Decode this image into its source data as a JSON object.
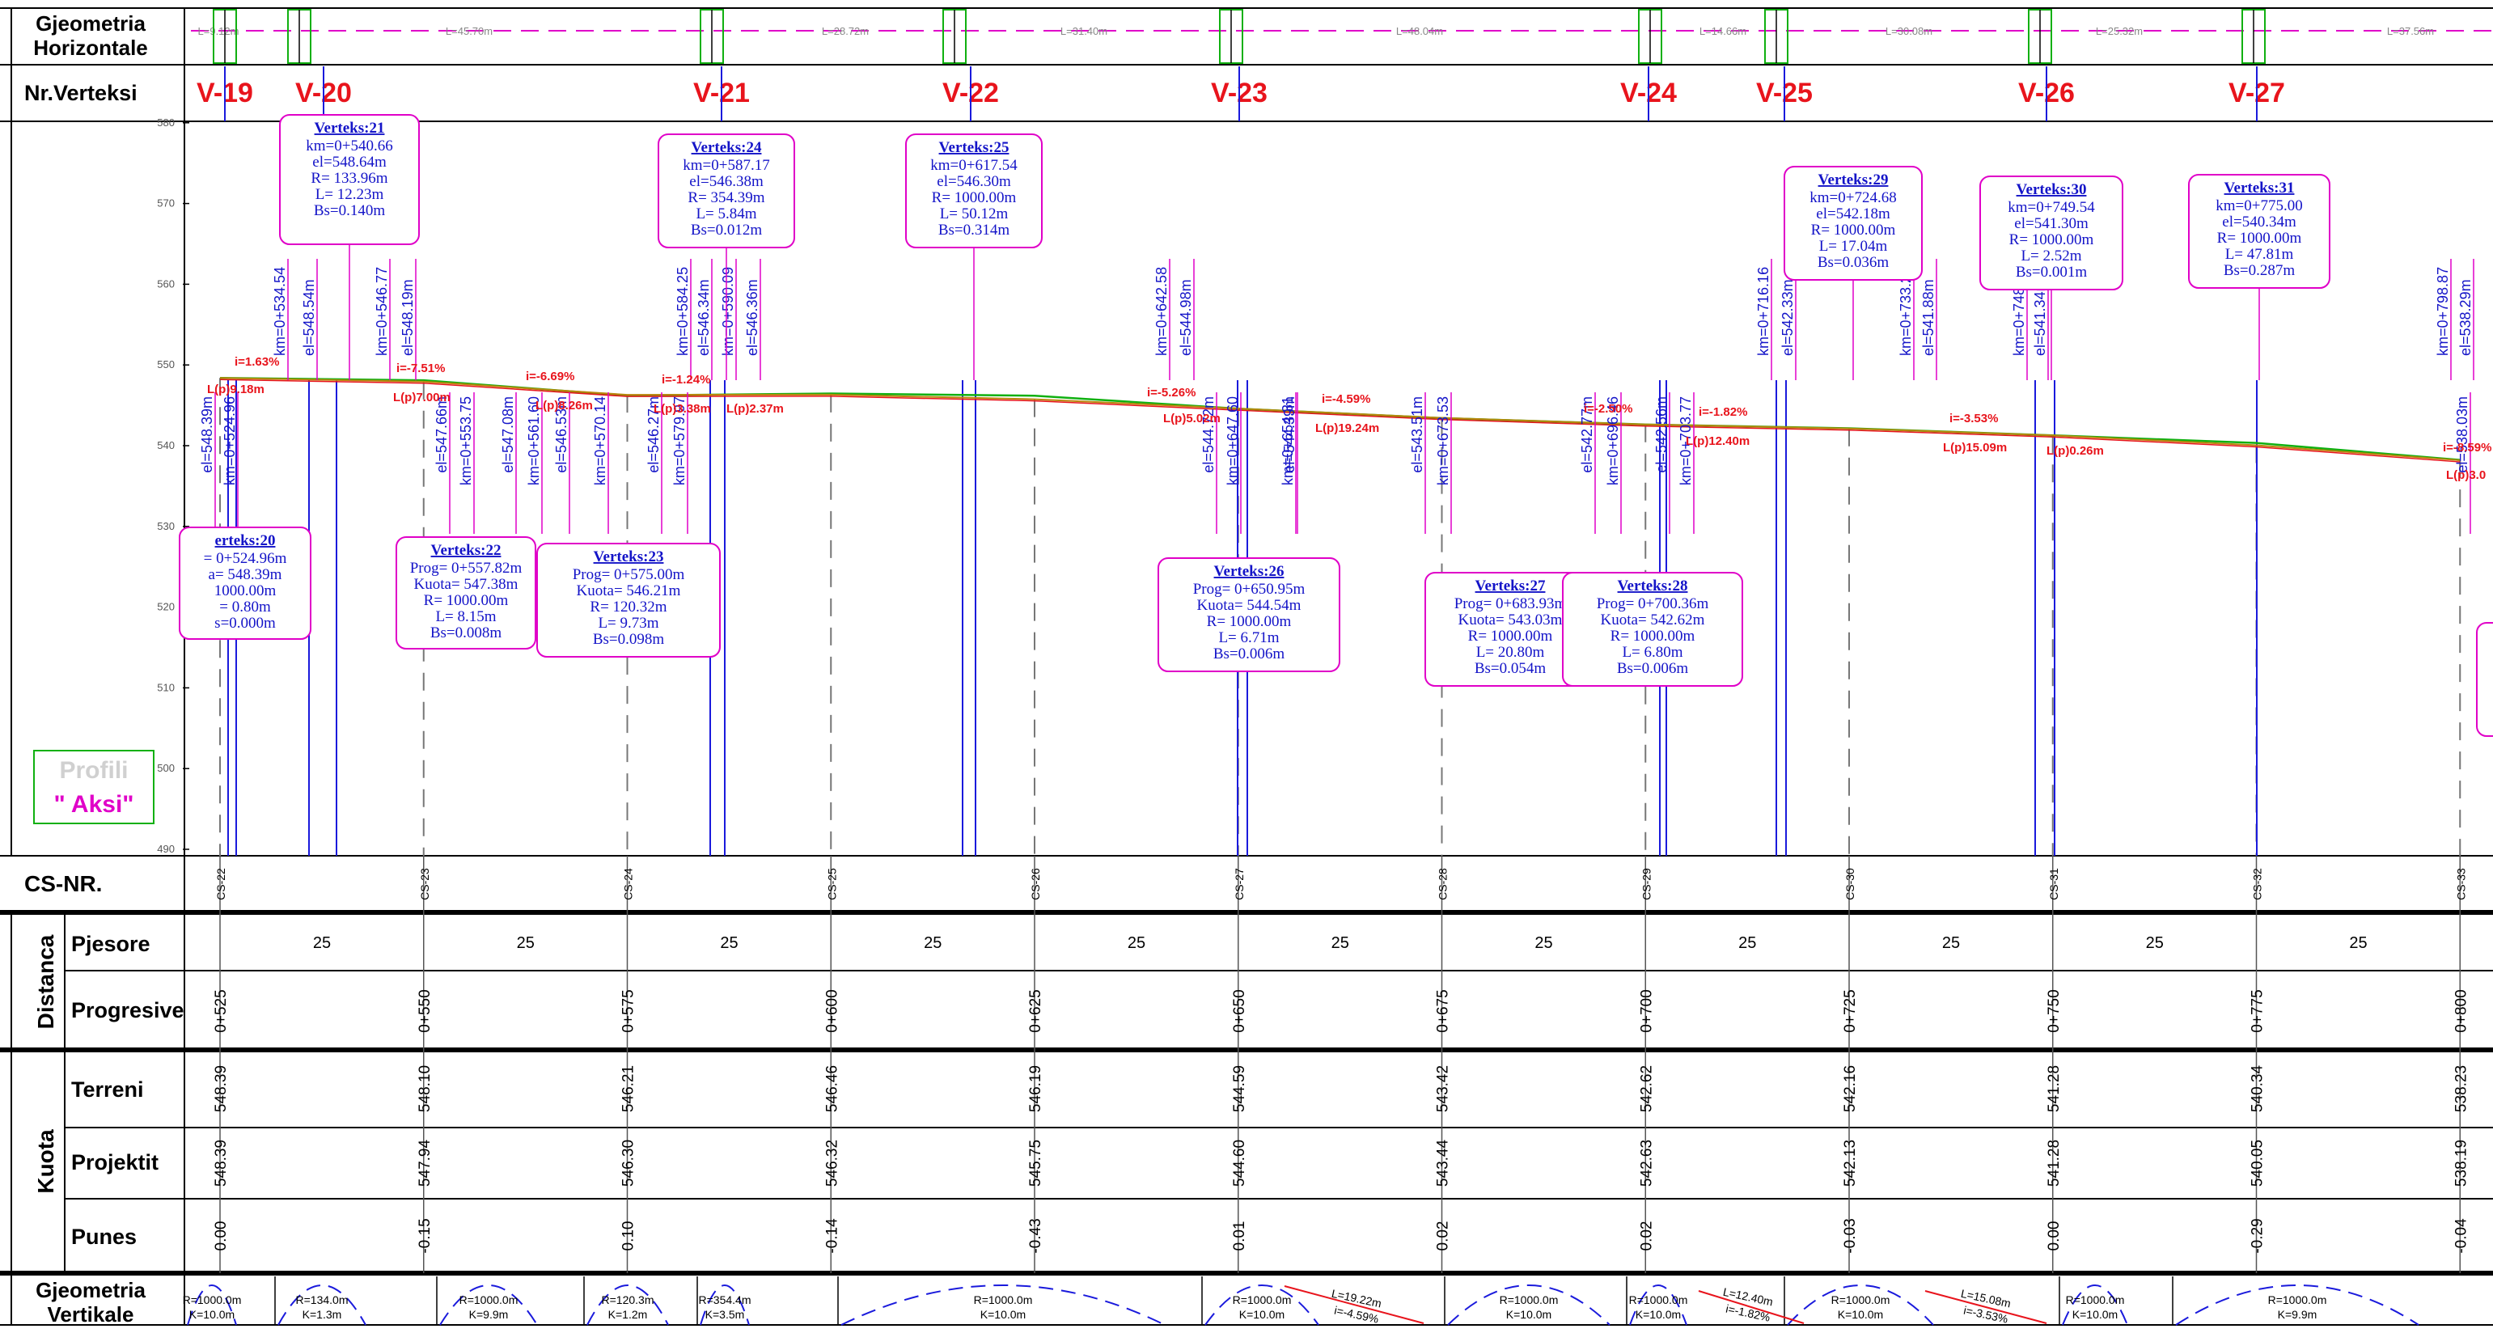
{
  "row_labels": {
    "horizontal_geometry": [
      "Gjeometria",
      "Horizontale"
    ],
    "vertex_nr": "Nr.Verteksi",
    "cs_nr": "CS-NR.",
    "distance_group": "Distanca",
    "partial": "Pjesore",
    "progressive": "Progresive",
    "elevation_group": "Kuota",
    "terrain": "Terreni",
    "project": "Projektit",
    "works": "Punes",
    "vertical_geometry": [
      "Gjeometria",
      "Vertikale"
    ]
  },
  "legend": {
    "title": "Profili",
    "subtitle": "\" Aksi\""
  },
  "elevation_ticks": [
    "580",
    "570",
    "560",
    "550",
    "540",
    "530",
    "520",
    "510",
    "500",
    "490"
  ],
  "vertices": [
    "V-19",
    "V-20",
    "V-21",
    "V-22",
    "V-23",
    "V-24",
    "V-25",
    "V-26",
    "V-27"
  ],
  "horizontal_segment_labels": [
    "L=9.12m",
    "L=45.70m",
    "L=28.72m",
    "L=31.40m",
    "L=48.04m",
    "L=14.66m",
    "L=30.08m",
    "L=25.32m",
    "L=37.56m"
  ],
  "cross_sections": [
    {
      "cs": "CS-22",
      "prog": "0+525",
      "terrain": "548.39",
      "project": "548.39",
      "works": "0.00"
    },
    {
      "cs": "CS-23",
      "prog": "0+550",
      "terrain": "548.10",
      "project": "547.94",
      "works": "-0.15"
    },
    {
      "cs": "CS-24",
      "prog": "0+575",
      "terrain": "546.21",
      "project": "546.30",
      "works": "0.10"
    },
    {
      "cs": "CS-25",
      "prog": "0+600",
      "terrain": "546.46",
      "project": "546.32",
      "works": "-0.14"
    },
    {
      "cs": "CS-26",
      "prog": "0+625",
      "terrain": "546.19",
      "project": "545.75",
      "works": "-0.43"
    },
    {
      "cs": "CS-27",
      "prog": "0+650",
      "terrain": "544.59",
      "project": "544.60",
      "works": "0.01"
    },
    {
      "cs": "CS-28",
      "prog": "0+675",
      "terrain": "543.42",
      "project": "543.44",
      "works": "0.02"
    },
    {
      "cs": "CS-29",
      "prog": "0+700",
      "terrain": "542.62",
      "project": "542.63",
      "works": "0.02"
    },
    {
      "cs": "CS-30",
      "prog": "0+725",
      "terrain": "542.16",
      "project": "542.13",
      "works": "-0.03"
    },
    {
      "cs": "CS-31",
      "prog": "0+750",
      "terrain": "541.28",
      "project": "541.28",
      "works": "0.00"
    },
    {
      "cs": "CS-32",
      "prog": "0+775",
      "terrain": "540.34",
      "project": "540.05",
      "works": "-0.29"
    },
    {
      "cs": "CS-33",
      "prog": "0+800",
      "terrain": "538.23",
      "project": "538.19",
      "works": "-0.04"
    }
  ],
  "partial_distance": "25",
  "top_boxes": [
    {
      "title": "Verteks:21",
      "lines": [
        "km=0+540.66",
        "el=548.64m",
        "R=  133.96m",
        "L=  12.23m",
        "Bs=0.140m"
      ]
    },
    {
      "title": "Verteks:24",
      "lines": [
        "km=0+587.17",
        "el=546.38m",
        "R=  354.39m",
        "L=  5.84m",
        "Bs=0.012m"
      ]
    },
    {
      "title": "Verteks:25",
      "lines": [
        "km=0+617.54",
        "el=546.30m",
        "R=  1000.00m",
        "L=  50.12m",
        "Bs=0.314m"
      ]
    },
    {
      "title": "Verteks:29",
      "lines": [
        "km=0+724.68",
        "el=542.18m",
        "R=  1000.00m",
        "L=  17.04m",
        "Bs=0.036m"
      ]
    },
    {
      "title": "Verteks:30",
      "lines": [
        "km=0+749.54",
        "el=541.30m",
        "R=  1000.00m",
        "L=  2.52m",
        "Bs=0.001m"
      ]
    },
    {
      "title": "Verteks:31",
      "lines": [
        "km=0+775.00",
        "el=540.34m",
        "R=  1000.00m",
        "L=  47.81m",
        "Bs=0.287m"
      ]
    }
  ],
  "bottom_boxes": [
    {
      "title": "erteks:20",
      "lines": [
        "=  0+524.96m",
        "a=  548.39m",
        "1000.00m",
        "=  0.80m",
        "s=0.000m"
      ]
    },
    {
      "title": "Verteks:22",
      "lines": [
        "Prog=  0+557.82m",
        "Kuota=  547.38m",
        "R=  1000.00m",
        "L=  8.15m",
        "Bs=0.008m"
      ]
    },
    {
      "title": "Verteks:23",
      "lines": [
        "Prog=  0+575.00m",
        "Kuota=  546.21m",
        "R=  120.32m",
        "L=  9.73m",
        "Bs=0.098m"
      ]
    },
    {
      "title": "Verteks:26",
      "lines": [
        "Prog=  0+650.95m",
        "Kuota=  544.54m",
        "R=  1000.00m",
        "L=  6.71m",
        "Bs=0.006m"
      ]
    },
    {
      "title": "Verteks:27",
      "lines": [
        "Prog=  0+683.93m",
        "Kuota=  543.03m",
        "R=  1000.00m",
        "L=  20.80m",
        "Bs=0.054m"
      ]
    },
    {
      "title": "Verteks:28",
      "lines": [
        "Prog=  0+700.36m",
        "Kuota=  542.62m",
        "R=  1000.00m",
        "L=  6.80m",
        "Bs=0.006m"
      ]
    }
  ],
  "grade_labels": [
    "i=1.63%",
    "i=-7.51%",
    "i=-6.69%",
    "i=-1.24%",
    "i=-5.26%",
    "i=-4.59%",
    "i=-2.50%",
    "i=-1.82%",
    "i=-3.53%",
    "i=-8.59%"
  ],
  "curve_length_labels": [
    "L(p)9.18m",
    "L(p)7.00m",
    "L(p)8.26m",
    "L(p)3.38m",
    "L(p)2.37m",
    "L(p)5.02m",
    "L(p)19.24m",
    "L(p)12.40m",
    "L(p)15.09m",
    "L(p)0.26m",
    "L(p)3.0"
  ],
  "km_labels_up": [
    "km=0+534.54",
    "el=548.54m",
    "km=0+546.77",
    "el=548.19m",
    "km=0+584.25",
    "el=546.34m",
    "km=0+590.09",
    "el=546.36m",
    "km=0+642.58",
    "el=544.98m",
    "km=0+716.16",
    "el=542.33m",
    "km=0+733.20",
    "el=541.88m",
    "km=0+748.29",
    "el=541.34m",
    "km=0+798.87",
    "el=538.29m"
  ],
  "km_labels_down": [
    "el=548.39m",
    "km=0+524.96",
    "el=547.66m",
    "km=0+553.75",
    "el=547.08m",
    "km=0+561.60",
    "el=546.53m",
    "km=0+570.14",
    "el=546.27m",
    "km=0+579.97",
    "el=544.72m",
    "km=0+647.60",
    "el=544.39m",
    "km=0+654.31",
    "el=543.51m",
    "km=0+673.53",
    "el=542.77m",
    "km=0+696.46",
    "el=542.56m",
    "km=0+703.77",
    "el=538.03m"
  ],
  "vertical_geometry_labels": [
    [
      "R=1000.0m",
      "K=10.0m"
    ],
    [
      "R=134.0m",
      "K=1.3m"
    ],
    [
      "R=1000.0m",
      "K=9.9m"
    ],
    [
      "R=120.3m",
      "K=1.2m"
    ],
    [
      "R=354.4m",
      "K=3.5m"
    ],
    [
      "R=1000.0m",
      "K=10.0m"
    ],
    [
      "R=1000.0m",
      "K=10.0m"
    ],
    [
      "R=1000.0m",
      "K=10.0m"
    ],
    [
      "R=1000.0m",
      "K=10.0m"
    ],
    [
      "R=1000.0m",
      "K=10.0m"
    ],
    [
      "R=1000.0m",
      "K=10.0m"
    ],
    [
      "R=1000.0m",
      "K=9.9m"
    ]
  ],
  "vertical_grade_labels": [
    "L=19.22m",
    "i=-4.59%",
    "L=12.40m",
    "i=-1.82%",
    "L=15.08m",
    "i=-3.53%"
  ],
  "colors": {
    "vertex": "#e8141c",
    "box": "#e000c8",
    "blue_text": "#1414c8",
    "axis": "#1a1adc",
    "grade": "#e8141c",
    "green": "#10b010",
    "legend_grey": "#d0d0d0"
  }
}
